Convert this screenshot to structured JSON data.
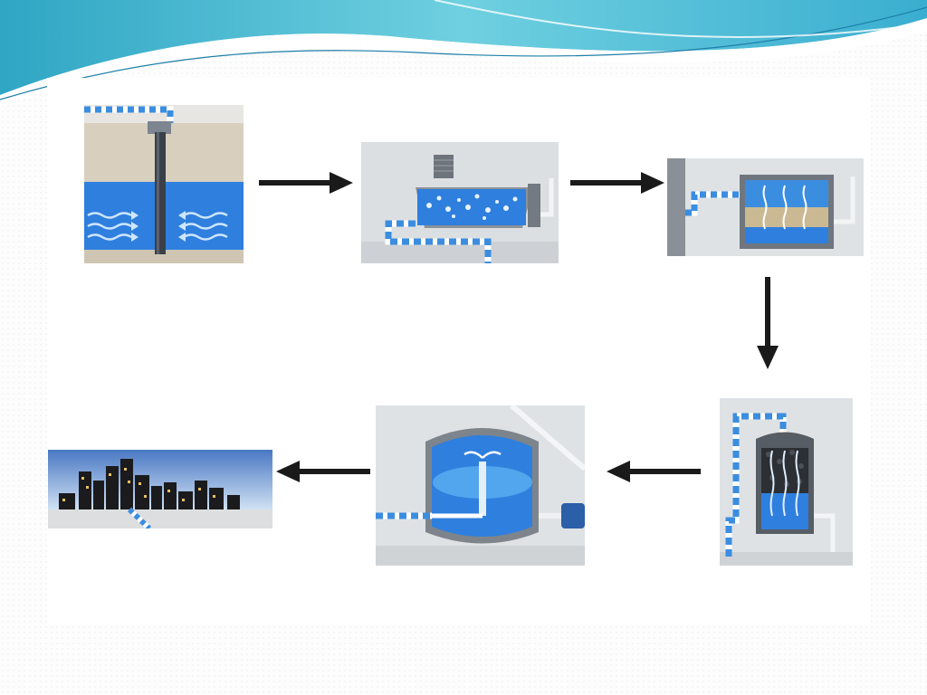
{
  "slide": {
    "theme_colors": {
      "water": "#2d7fe0",
      "water_light": "#5fb6f5",
      "pipe_blue": "#3b8de0",
      "ground": "#d9d1c3",
      "concrete": "#b8bcc0",
      "arrow": "#1a1a1a",
      "banner": "#38b4cf"
    },
    "diagram": {
      "type": "process-flow",
      "stages": [
        {
          "id": "well",
          "icon": "groundwater-well-icon"
        },
        {
          "id": "aeration",
          "icon": "aeration-tank-icon"
        },
        {
          "id": "sand-filter",
          "icon": "sand-filter-icon"
        },
        {
          "id": "carbon-filter",
          "icon": "carbon-filter-icon"
        },
        {
          "id": "reservoir",
          "icon": "storage-reservoir-icon"
        },
        {
          "id": "city",
          "icon": "city-distribution-icon"
        }
      ],
      "edges": [
        {
          "from": "well",
          "to": "aeration",
          "direction": "right"
        },
        {
          "from": "aeration",
          "to": "sand-filter",
          "direction": "right"
        },
        {
          "from": "sand-filter",
          "to": "carbon-filter",
          "direction": "down"
        },
        {
          "from": "carbon-filter",
          "to": "reservoir",
          "direction": "left"
        },
        {
          "from": "reservoir",
          "to": "city",
          "direction": "left"
        }
      ]
    }
  }
}
